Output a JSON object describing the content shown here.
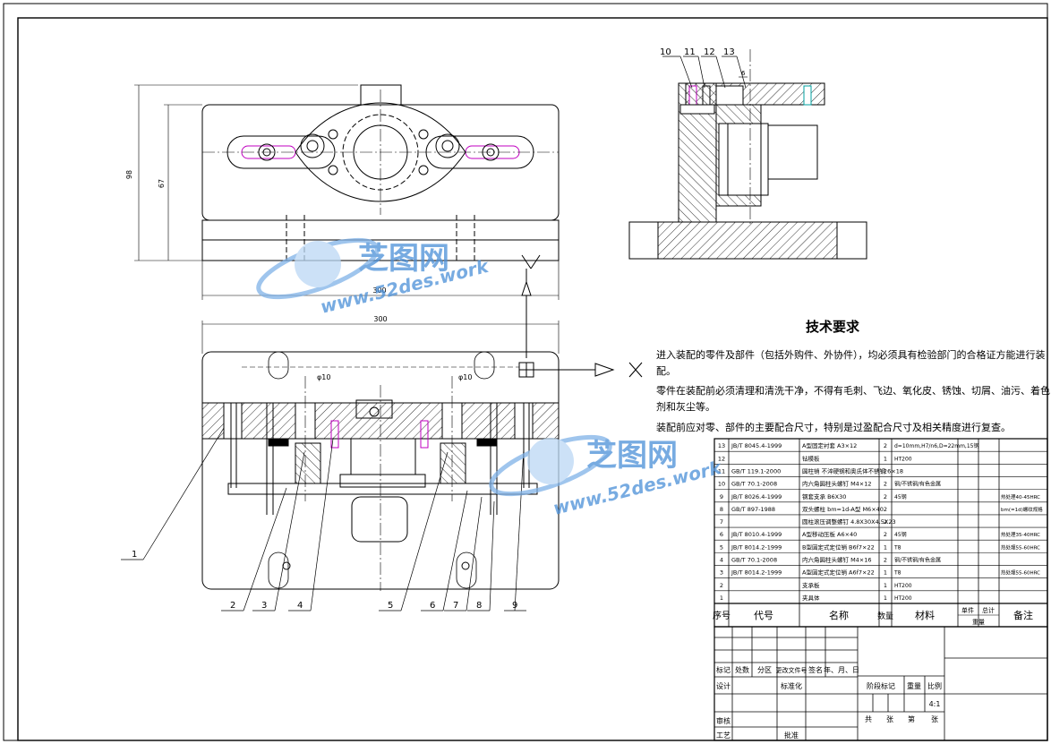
{
  "balloons": [
    "1",
    "2",
    "3",
    "4",
    "5",
    "6",
    "7",
    "8",
    "9"
  ],
  "side_balloons": [
    "10",
    "11",
    "12",
    "13"
  ],
  "dims": {
    "top_width": "300",
    "top_height": "98",
    "top_height2": "67",
    "front_width": "300",
    "bore_a": "φ10",
    "bore_b": "φ10",
    "side_small": "6"
  },
  "tech": {
    "title": "技术要求",
    "lines": [
      "进入装配的零件及部件（包括外购件、外协件），均必须具有检验部门的合格证方能进行装",
      "配。",
      "零件在装配前必须清理和清洗干净，不得有毛刺、飞边、氧化皮、锈蚀、切屑、油污、着色",
      "剂和灰尘等。",
      "装配前应对零、部件的主要配合尺寸，特别是过盈配合尺寸及相关精度进行复查。"
    ]
  },
  "bom": {
    "rows": [
      {
        "no": "13",
        "code": "JB/T 8045.4-1999",
        "name": "A型固定衬套 A3×12",
        "qty": "2",
        "mat": "d=10mm,H7/n6,D=22mm,15钢",
        "note": ""
      },
      {
        "no": "12",
        "code": "",
        "name": "钻模板",
        "qty": "1",
        "mat": "HT200",
        "note": ""
      },
      {
        "no": "11",
        "code": "GB/T 119.1-2000",
        "name": "圆柱销 不淬硬钢和奥氏体不锈钢 6×18",
        "qty": "2",
        "mat": "",
        "note": ""
      },
      {
        "no": "10",
        "code": "GB/T 70.1-2008",
        "name": "内六角圆柱头螺钉 M4×12",
        "qty": "2",
        "mat": "钢/不锈钢/有色金属",
        "note": ""
      },
      {
        "no": "9",
        "code": "JB/T 8026.4-1999",
        "name": "钢套支承 B6X30",
        "qty": "2",
        "mat": "45钢",
        "note": "热处理40-45HRC"
      },
      {
        "no": "8",
        "code": "GB/T 897-1988",
        "name": "双头螺柱 bm=1d-A型 M6×40",
        "qty": "2",
        "mat": "",
        "note": "bm(=1d)螺纹规格"
      },
      {
        "no": "7",
        "code": "",
        "name": "圆柱滚压调整螺钉 4.8X30X4.5X23",
        "qty": "2",
        "mat": "",
        "note": ""
      },
      {
        "no": "6",
        "code": "JB/T 8010.4-1999",
        "name": "A型移动压板 A6×40",
        "qty": "2",
        "mat": "45钢",
        "note": "热处理35-40HRC"
      },
      {
        "no": "5",
        "code": "JB/T 8014.2-1999",
        "name": "B型固定式定位销 B6f7×22",
        "qty": "1",
        "mat": "T8",
        "note": "热处理55-60HRC"
      },
      {
        "no": "4",
        "code": "GB/T 70.1-2008",
        "name": "内六角圆柱头螺钉 M4×16",
        "qty": "2",
        "mat": "钢/不锈钢/有色金属",
        "note": ""
      },
      {
        "no": "3",
        "code": "JB/T 8014.2-1999",
        "name": "A型固定式定位销 A6f7×22",
        "qty": "1",
        "mat": "T8",
        "note": "热处理55-60HRC"
      },
      {
        "no": "2",
        "code": "",
        "name": "支承板",
        "qty": "1",
        "mat": "HT200",
        "note": ""
      },
      {
        "no": "1",
        "code": "",
        "name": "夹具体",
        "qty": "1",
        "mat": "HT200",
        "note": ""
      }
    ],
    "headers": {
      "no": "序号",
      "code": "代号",
      "name": "名称",
      "qty": "数量",
      "mat": "材料",
      "unit": "单件",
      "total": "总计",
      "weight": "重量",
      "note": "备注"
    }
  },
  "title_block": {
    "row1": [
      "标记",
      "处数",
      "分区",
      "更改文件号",
      "签名",
      "年、月、日"
    ],
    "design": "设计",
    "std": "标准化",
    "review": "审核",
    "process": "工艺",
    "approve": "批准",
    "stage": "阶段标记",
    "weight": "重量",
    "scale_label": "比例",
    "scale": "4:1",
    "sheets": [
      "共",
      "张",
      "第",
      "张"
    ]
  },
  "watermarks": [
    {
      "cn": "芝图网",
      "url": "www.52des.work"
    },
    {
      "cn": "芝图网",
      "url": "www.52des.work"
    }
  ],
  "colors": {
    "line": "#000000",
    "magenta": "#c000c0",
    "cyan": "#00a0a0",
    "watermark": "#4a8fd8"
  }
}
